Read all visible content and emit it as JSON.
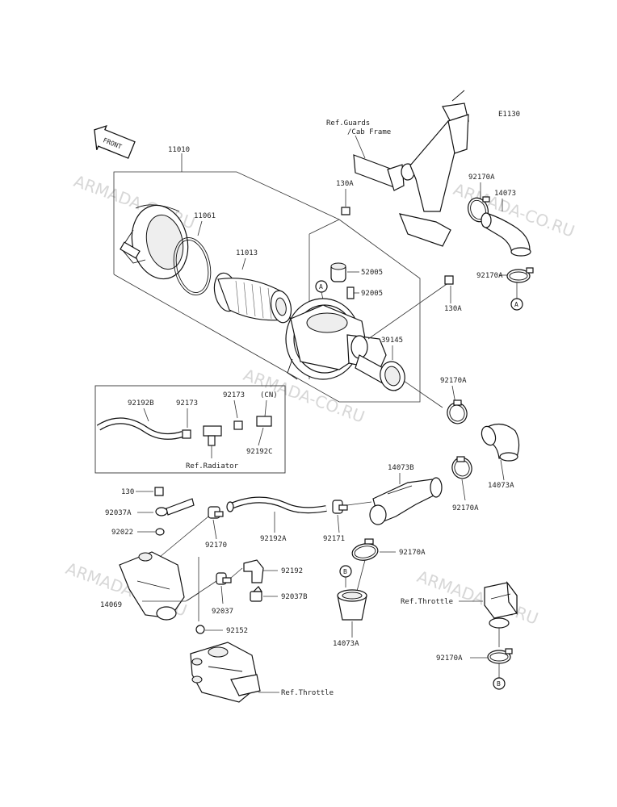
{
  "diagram": {
    "code": "E1130",
    "front_label": "FRONT",
    "watermark": "ARMADA-CO.RU",
    "refs": {
      "guards_l1": "Ref.Guards",
      "guards_l2": "/Cab Frame",
      "radiator": "Ref.Radiator",
      "throttle_mid": "Ref.Throttle",
      "throttle_bottom": "Ref.Throttle"
    },
    "circle_markers": {
      "a": "A",
      "b": "B"
    },
    "parts": {
      "p11010": "11010",
      "p11061": "11061",
      "p11013": "11013",
      "p130A_top": "130A",
      "p52005": "52005",
      "p92005": "92005",
      "p130A_right": "130A",
      "p39145": "39145",
      "p92170A_top": "92170A",
      "p14073": "14073",
      "p92170A_a": "92170A",
      "p92170A_mid": "92170A",
      "p14073A_right": "14073A",
      "p92170A_lower": "92170A",
      "p14073B": "14073B",
      "p92192B": "92192B",
      "p92173_a": "92173",
      "p92173_b": "92173",
      "cn": "(CN)",
      "p92192C": "92192C",
      "p130": "130",
      "p92037A": "92037A",
      "p92022": "92022",
      "p92170": "92170",
      "p92192A": "92192A",
      "p92171": "92171",
      "p92170A_b": "92170A",
      "p14069": "14069",
      "p92192": "92192",
      "p92037": "92037",
      "p92037B": "92037B",
      "p92152": "92152",
      "p14073A_bottom": "14073A",
      "p92170A_bottom": "92170A"
    }
  }
}
